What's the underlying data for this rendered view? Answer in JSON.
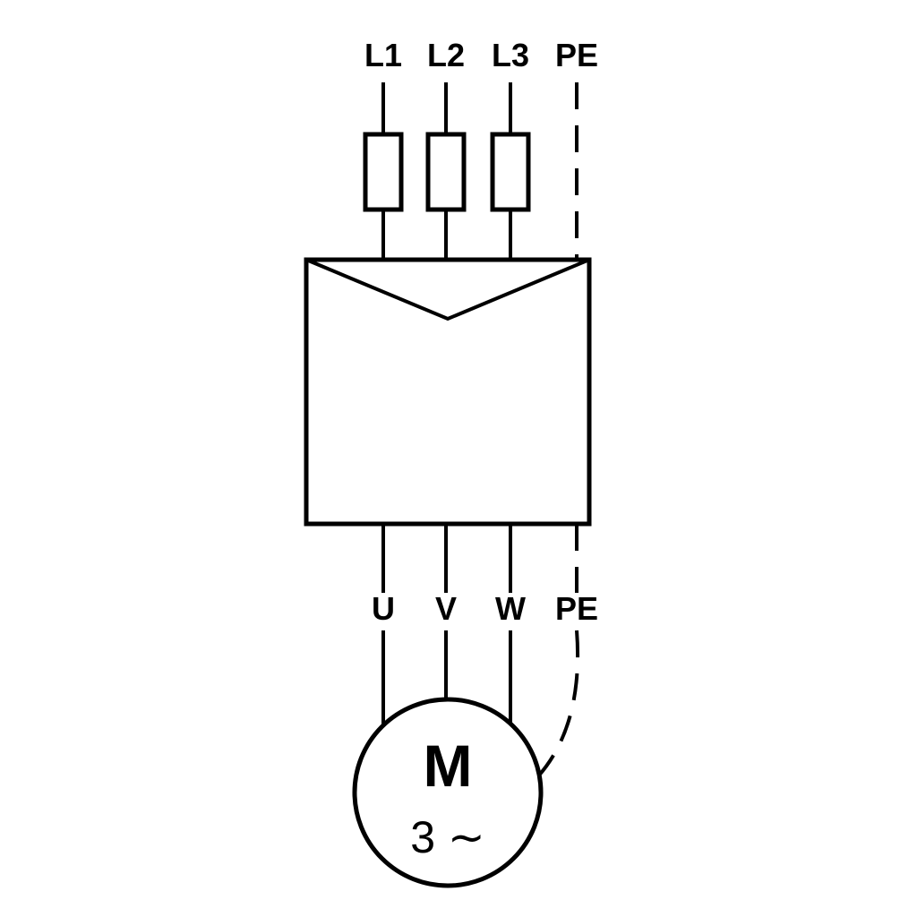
{
  "diagram": {
    "top_terminals": [
      {
        "label": "L1"
      },
      {
        "label": "L2"
      },
      {
        "label": "L3"
      },
      {
        "label": "PE"
      }
    ],
    "bottom_terminals": [
      {
        "label": "U"
      },
      {
        "label": "V"
      },
      {
        "label": "W"
      },
      {
        "label": "PE"
      }
    ],
    "motor": {
      "label": "M",
      "phase_label": "3 ∼"
    },
    "colors": {
      "line": "#000000",
      "background": "#ffffff"
    }
  }
}
